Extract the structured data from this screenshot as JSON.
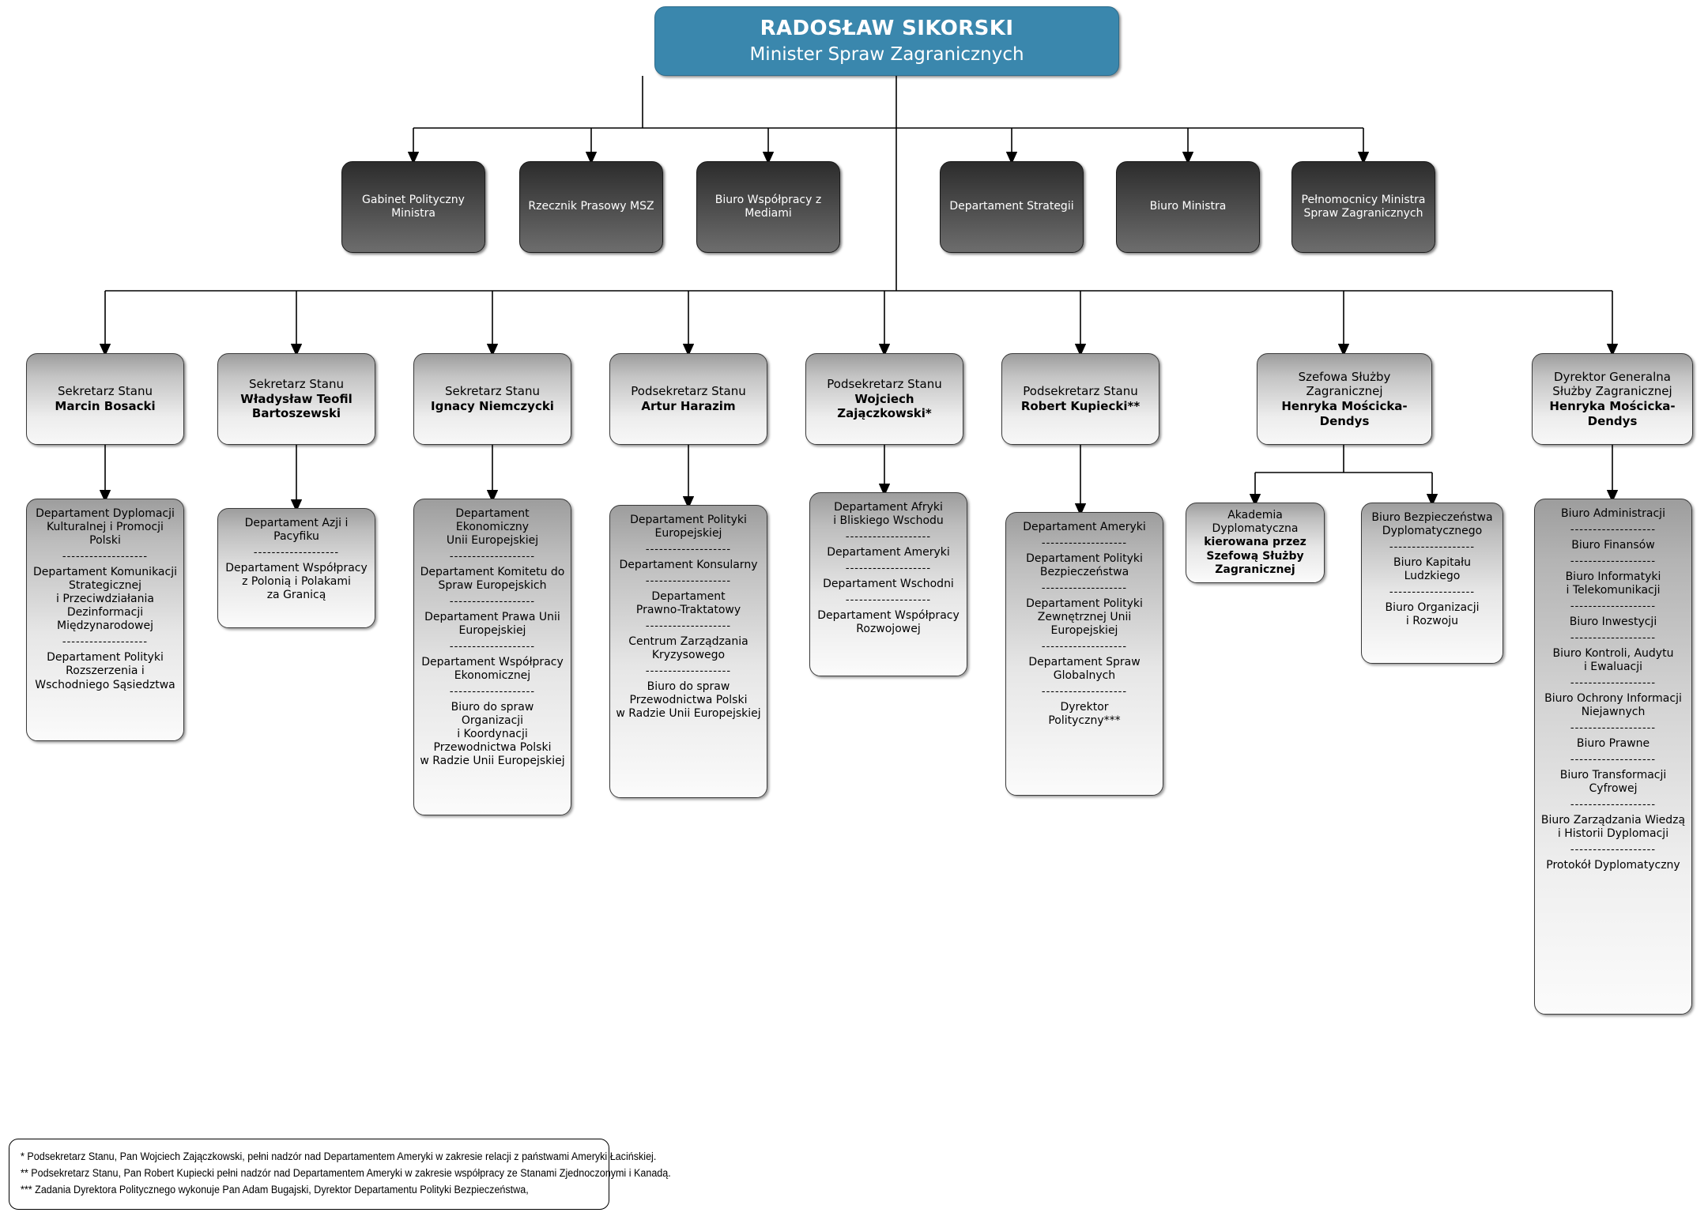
{
  "root": {
    "name": "RADOSŁAW SIKORSKI",
    "role": "Minister Spraw Zagranicznych",
    "color": "#3a87ad"
  },
  "staff_boxes": [
    {
      "label": "Gabinet Polityczny\nMinistra"
    },
    {
      "label": "Rzecznik Prasowy MSZ"
    },
    {
      "label": "Biuro Współpracy z\nMediami"
    },
    {
      "label": "Departament Strategii"
    },
    {
      "label": "Biuro Ministra"
    },
    {
      "label": "Pełnomocnicy Ministra\nSpraw Zagranicznych"
    }
  ],
  "officers": [
    {
      "role": "Sekretarz Stanu",
      "person": "Marcin Bosacki"
    },
    {
      "role": "Sekretarz Stanu",
      "person": "Władysław Teofil\nBartoszewski"
    },
    {
      "role": "Sekretarz Stanu",
      "person": "Ignacy Niemczycki"
    },
    {
      "role": "Podsekretarz Stanu",
      "person": "Artur Harazim"
    },
    {
      "role": "Podsekretarz Stanu",
      "person": "Wojciech Zajączkowski*"
    },
    {
      "role": "Podsekretarz Stanu",
      "person": "Robert Kupiecki**"
    },
    {
      "role": "Szefowa Służby\nZagranicznej",
      "person": "Henryka Mościcka-Dendys"
    },
    {
      "role": "Dyrektor Generalna\nSłużby Zagranicznej",
      "person": "Henryka Mościcka-Dendys"
    }
  ],
  "departments": {
    "bosacki": [
      "Departament Dyplomacji\nKulturalnej i Promocji Polski",
      "Departament Komunikacji\nStrategicznej\ni Przeciwdziałania\nDezinformacji\nMiędzynarodowej",
      "Departament Polityki\nRozszerzenia i\nWschodniego Sąsiedztwa"
    ],
    "bartoszewski": [
      "Departament Azji i Pacyfiku",
      "Departament Współpracy\nz Polonią i Polakami\nza Granicą"
    ],
    "niemczycki": [
      "Departament Ekonomiczny\nUnii Europejskiej",
      "Departament Komitetu do\nSpraw Europejskich",
      "Departament Prawa Unii\nEuropejskiej",
      "Departament Współpracy\nEkonomicznej",
      "Biuro do spraw Organizacji\ni Koordynacji\nPrzewodnictwa Polski\nw Radzie Unii Europejskiej"
    ],
    "harazim": [
      "Departament Polityki\nEuropejskiej",
      "Departament Konsularny",
      "Departament\nPrawno-Traktatowy",
      "Centrum Zarządzania\nKryzysowego",
      "Biuro do spraw\nPrzewodnictwa Polski\nw Radzie Unii Europejskiej"
    ],
    "zajaczkowski": [
      "Departament Afryki\ni Bliskiego Wschodu",
      "Departament Ameryki",
      "Departament Wschodni",
      "Departament Współpracy\nRozwojowej"
    ],
    "kupiecki": [
      "Departament Ameryki",
      "Departament Polityki\nBezpieczeństwa",
      "Departament Polityki\nZewnętrznej Unii\nEuropejskiej",
      "Departament Spraw\nGlobalnych",
      "Dyrektor\nPolityczny***"
    ],
    "akademia": {
      "line1": "Akademia",
      "line2": "Dyplomatyczna",
      "line3": "kierowana przez",
      "line4": "Szefową Służby",
      "line5": "Zagranicznej"
    },
    "sluzba_biura": [
      "Biuro Bezpieczeństwa\nDyplomatycznego",
      "Biuro Kapitału Ludzkiego",
      "Biuro Organizacji\ni Rozwoju"
    ],
    "dyrektor_generalna": [
      "Biuro Administracji",
      "Biuro Finansów",
      "Biuro Informatyki\ni Telekomunikacji",
      "Biuro Inwestycji",
      "Biuro Kontroli, Audytu\ni Ewaluacji",
      "Biuro Ochrony Informacji\nNiejawnych",
      "Biuro Prawne",
      "Biuro Transformacji Cyfrowej",
      "Biuro Zarządzania Wiedzą\ni Historii Dyplomacji",
      "Protokół Dyplomatyczny"
    ]
  },
  "separator": "-------------------",
  "footnotes": [
    "* Podsekretarz Stanu, Pan Wojciech Zajączkowski, pełni nadzór nad Departamentem Ameryki w zakresie relacji z państwami Ameryki Łacińskiej.",
    "** Podsekretarz Stanu, Pan Robert Kupiecki pełni nadzór nad Departamentem Ameryki w zakresie współpracy ze Stanami Zjednoczonymi i Kanadą.",
    "*** Zadania Dyrektora Politycznego wykonuje Pan Adam Bugajski, Dyrektor Departamentu Polityki Bezpieczeństwa,"
  ]
}
